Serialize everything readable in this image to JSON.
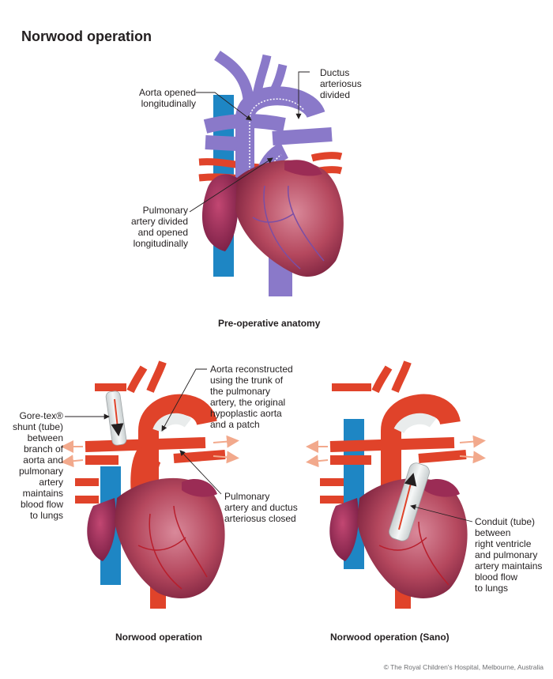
{
  "title": "Norwood operation",
  "diagrams": {
    "preop": {
      "caption": "Pre-operative anatomy",
      "labels": {
        "aorta_opened": [
          "Aorta opened",
          "longitudinally"
        ],
        "ductus": [
          "Ductus",
          "arteriosus",
          "divided"
        ],
        "pulmonary": [
          "Pulmonary",
          "artery divided",
          "and opened",
          "longitudinally"
        ]
      }
    },
    "norwood": {
      "caption": "Norwood operation",
      "labels": {
        "goretex": [
          "Gore-tex®",
          "shunt (tube)",
          "between",
          "branch of",
          "aorta and",
          "pulmonary",
          "artery",
          "maintains",
          "blood flow",
          "to lungs"
        ],
        "aorta_reconstructed": [
          "Aorta reconstructed",
          "using the trunk of",
          "the pulmonary",
          "artery, the original",
          "hypoplastic aorta",
          "and a patch"
        ],
        "pa_closed": [
          "Pulmonary",
          "artery and ductus",
          "arteriosus closed"
        ]
      }
    },
    "sano": {
      "caption": "Norwood operation (Sano)",
      "labels": {
        "conduit": [
          "Conduit (tube)",
          "between",
          "right ventricle",
          "and pulmonary",
          "artery maintains",
          "blood flow",
          "to lungs"
        ]
      }
    }
  },
  "copyright": "© The Royal Children's Hospital, Melbourne, Australia",
  "colors": {
    "heart": "#b5485e",
    "heart_dark": "#8e2b44",
    "artery": "#e0432a",
    "vein_blue": "#1e86c4",
    "vein_purple": "#8a79c9",
    "graft": "#e9ecec"
  }
}
